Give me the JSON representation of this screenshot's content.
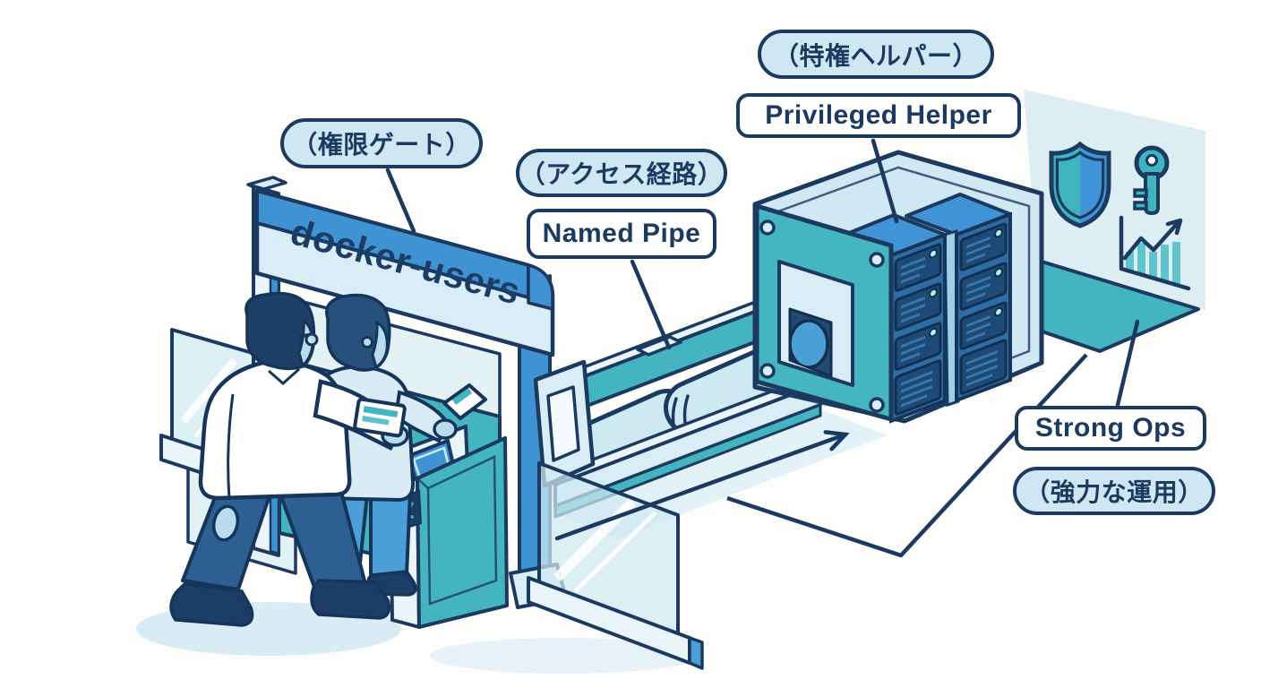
{
  "labels": {
    "gate": {
      "jp": "（権限ゲート）"
    },
    "gate_sign": "docker-users",
    "pipe": {
      "jp": "（アクセス経路）",
      "en": "Named Pipe"
    },
    "helper": {
      "jp": "（特権ヘルパー）",
      "en": "Privileged Helper"
    },
    "ops": {
      "en": "Strong Ops",
      "jp": "（強力な運用）"
    }
  },
  "icons": [
    {
      "name": "shield-icon",
      "meaning": "security shield on wall panel"
    },
    {
      "name": "key-icon",
      "meaning": "access key on wall panel"
    },
    {
      "name": "growth-chart-icon",
      "meaning": "rising bar chart with arrow"
    },
    {
      "name": "turnstile-arrow-icon",
      "meaning": "tap-card arrow on gate kiosk"
    },
    {
      "name": "flow-arrow-icon",
      "meaning": "flow direction toward helper"
    },
    {
      "name": "id-card-icon",
      "meaning": "access cards held by users"
    }
  ],
  "colors": {
    "outline_navy": "#1c3a60",
    "label_fill_blue": "#cfe7f2",
    "label_fill_white": "#ffffff",
    "accent_blue": "#3f93d2",
    "accent_teal": "#44b5bf",
    "light_blue": "#d9edf6",
    "panel_blue": "#dcedf4",
    "server_slot_navy": "#1d4a76",
    "background": "#fdfdfb"
  }
}
